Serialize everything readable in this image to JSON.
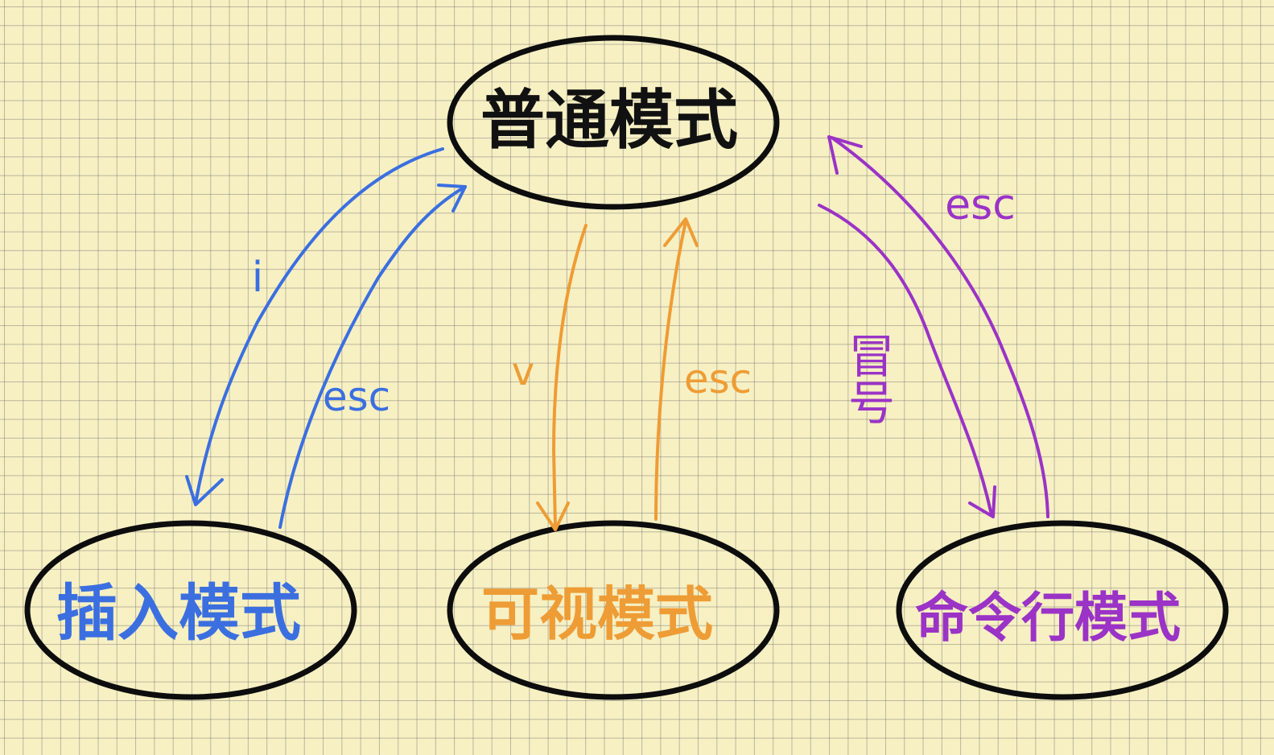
{
  "colors": {
    "normal": "#111111",
    "insert": "#3b6fe0",
    "visual": "#ee9c35",
    "command": "#9a33c6",
    "ellipse_stroke": "#0d0d0d"
  },
  "nodes": {
    "normal": {
      "label": "普通模式"
    },
    "insert": {
      "label": "插入模式"
    },
    "visual": {
      "label": "可视模式"
    },
    "command": {
      "label": "命令行模式"
    }
  },
  "edges": {
    "normal_to_insert": {
      "label": "i"
    },
    "insert_to_normal": {
      "label": "esc"
    },
    "normal_to_visual": {
      "label": "v"
    },
    "visual_to_normal": {
      "label": "esc"
    },
    "normal_to_command": {
      "label": "冒号"
    },
    "command_to_normal": {
      "label": "esc"
    }
  }
}
